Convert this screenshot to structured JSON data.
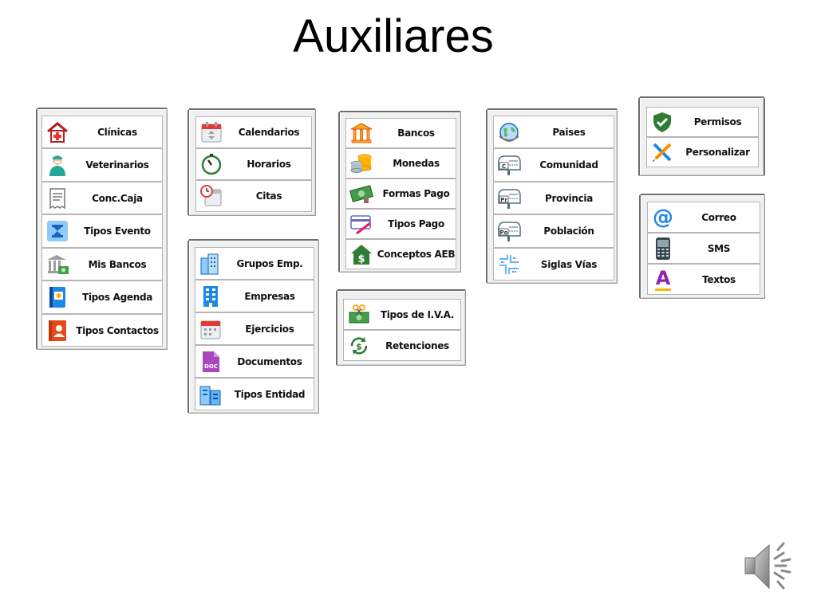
{
  "slide": {
    "title": "Auxiliares"
  },
  "panel1": {
    "items": [
      {
        "label": "Clínicas",
        "icon": "hospital-icon"
      },
      {
        "label": "Veterinarios",
        "icon": "doctor-icon"
      },
      {
        "label": "Conc.Caja",
        "icon": "receipt-icon"
      },
      {
        "label": "Tipos Evento",
        "icon": "event-hourglass-icon"
      },
      {
        "label": "Mis Bancos",
        "icon": "bank-money-icon"
      },
      {
        "label": "Tipos Agenda",
        "icon": "agenda-book-icon"
      },
      {
        "label": "Tipos Contactos",
        "icon": "contact-book-icon"
      }
    ]
  },
  "panel2": {
    "items": [
      {
        "label": "Calendarios",
        "icon": "calendar-icon"
      },
      {
        "label": "Horarios",
        "icon": "stopwatch-icon"
      },
      {
        "label": "Citas",
        "icon": "calendar-clock-icon"
      }
    ]
  },
  "panel3": {
    "items": [
      {
        "label": "Grupos Emp.",
        "icon": "buildings-icon"
      },
      {
        "label": "Empresas",
        "icon": "office-building-icon"
      },
      {
        "label": "Ejercicios",
        "icon": "fiscal-calendar-icon"
      },
      {
        "label": "Documentos",
        "icon": "doc-file-icon"
      },
      {
        "label": "Tipos Entidad",
        "icon": "entity-buildings-icon"
      }
    ]
  },
  "panel4": {
    "items": [
      {
        "label": "Bancos",
        "icon": "bank-icon"
      },
      {
        "label": "Monedas",
        "icon": "coins-icon"
      },
      {
        "label": "Formas Pago",
        "icon": "payment-money-icon"
      },
      {
        "label": "Tipos Pago",
        "icon": "payment-card-icon"
      },
      {
        "label": "Conceptos AEB",
        "icon": "dollar-house-icon"
      }
    ]
  },
  "panel5": {
    "items": [
      {
        "label": "Tipos de I.V.A.",
        "icon": "money-scissors-icon"
      },
      {
        "label": "Retenciones",
        "icon": "dollar-refresh-icon"
      }
    ]
  },
  "panel6": {
    "items": [
      {
        "label": "Paises",
        "icon": "globe-icon"
      },
      {
        "label": "Comunidad",
        "icon": "mailbox-c-icon",
        "letter": "C"
      },
      {
        "label": "Provincia",
        "icon": "mailbox-pr-icon",
        "letter": "Pr"
      },
      {
        "label": "Población",
        "icon": "mailbox-po-icon",
        "letter": "Po"
      },
      {
        "label": "Siglas Vías",
        "icon": "street-map-icon"
      }
    ]
  },
  "panel7": {
    "items": [
      {
        "label": "Permisos",
        "icon": "shield-check-icon"
      },
      {
        "label": "Personalizar",
        "icon": "tools-icon"
      }
    ]
  },
  "panel8": {
    "items": [
      {
        "label": "Correo",
        "icon": "at-sign-icon",
        "glyph": "@"
      },
      {
        "label": "SMS",
        "icon": "phone-icon"
      },
      {
        "label": "Textos",
        "icon": "text-a-icon",
        "glyph": "A"
      }
    ]
  },
  "colors": {
    "title": "#000000",
    "panel_bg": "#f0f0f0",
    "button_bg": "#ffffff"
  }
}
